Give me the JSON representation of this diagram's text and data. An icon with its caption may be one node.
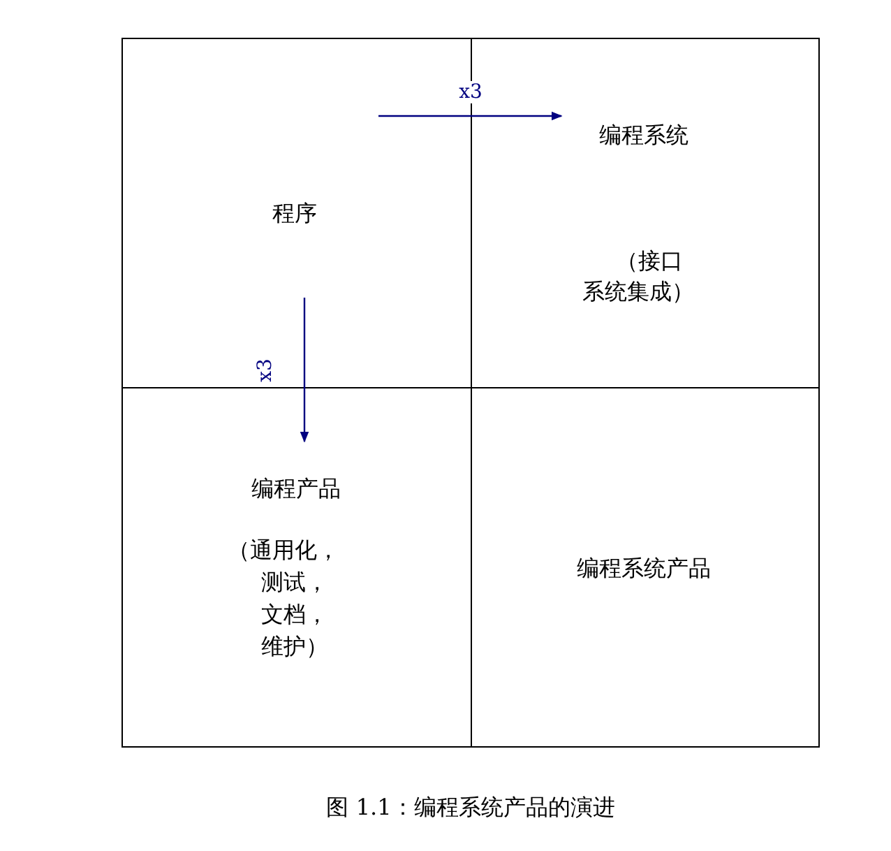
{
  "diagram": {
    "caption": "图 1.1：编程系统产品的演进",
    "nodes": [
      {
        "text": [
          "程序"
        ]
      },
      {
        "text": [
          "编程系统",
          "（接口系统集成）"
        ]
      },
      {
        "text": [
          "编程产品",
          "（通用化，测试，文档，维护）"
        ]
      },
      {
        "text": [
          "编程系统产品"
        ]
      }
    ],
    "edges": [
      {
        "from": 0,
        "to": 1,
        "arrow": "to",
        "label": "x3"
      },
      {
        "from": 0,
        "to": 2,
        "arrow": "to",
        "label": "x3"
      }
    ]
  }
}
